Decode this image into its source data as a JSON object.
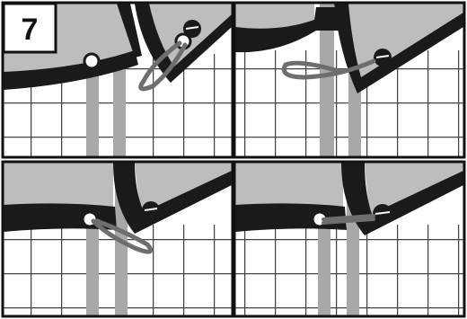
{
  "figure": {
    "step_number": "7",
    "panels": [
      {
        "id": "panel-1",
        "stage": "bungee-loop-hanging"
      },
      {
        "id": "panel-2",
        "stage": "bungee-loop-pulled-across"
      },
      {
        "id": "panel-3",
        "stage": "bungee-through-grommet"
      },
      {
        "id": "panel-4",
        "stage": "bungee-secured-to-ball"
      }
    ],
    "colors": {
      "panel_bg": "#ffffff",
      "sky": "#bdbdbd",
      "fence_post": "#a8a8a8",
      "tarp": "#1a1a1a",
      "grid_line": "#444444",
      "grommet": "#ffffff",
      "bungee": "#6e6e6e",
      "border": "#111111"
    }
  }
}
